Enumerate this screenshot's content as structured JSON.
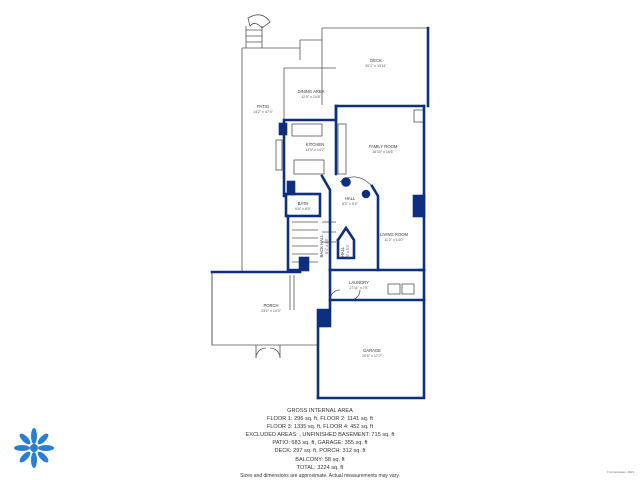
{
  "rooms": {
    "deck": {
      "name": "DECK",
      "dims": "20'1\" x 15'11\""
    },
    "dining": {
      "name": "DINING AREA",
      "dims": "12'9\" x 10'8\""
    },
    "patio": {
      "name": "PATIO",
      "dims": "14'2\" x 47'4\""
    },
    "kitchen": {
      "name": "KITCHEN",
      "dims": "14'0\" x 14'2\""
    },
    "family": {
      "name": "FAMILY ROOM",
      "dims": "16'10\" x 16'6\""
    },
    "bath": {
      "name": "BATH",
      "dims": "6'8\" x 6'5\""
    },
    "hall": {
      "name": "HALL",
      "dims": "6'2\" x 9'4\""
    },
    "back_hall": {
      "name": "BACK HALL",
      "dims": "8'4\" x 3'5\""
    },
    "hall2": {
      "name": "HALL",
      "dims": "3'5\" x 5'4\""
    },
    "living": {
      "name": "LIVING ROOM",
      "dims": "11'3\" x 14'0\""
    },
    "laundry": {
      "name": "LAUNDRY",
      "dims": "17'11\" x 7'8\""
    },
    "porch": {
      "name": "PORCH",
      "dims": "23'1\" x 14'3\""
    },
    "garage": {
      "name": "GARAGE",
      "dims": "20'6\" x 17'2\""
    }
  },
  "area_summary": {
    "title": "GROSS INTERNAL AREA",
    "line1": "FLOOR 1: 296 sq. ft, FLOOR 2: 1141 sq. ft",
    "line2": "FLOOR 3: 1335 sq. ft, FLOOR 4: 452 sq. ft",
    "line3": "EXCLUDED AREAS: , UNFINISHED BASEMENT: 715 sq. ft",
    "line4": "PATIO: 683 sq. ft, GARAGE: 355 sq. ft",
    "line5": "DECK: 297 sq. ft, PORCH: 312 sq. ft",
    "line6": "BALCONY: 58 sq. ft",
    "line7": "TOTAL: 3224 sq. ft",
    "footnote": "Sizes and dimensions are approximate. Actual measurements may vary."
  },
  "copyright": "© Immoviewer, 2023",
  "colors": {
    "wall": "#0d2f7e",
    "thin_line": "#555555",
    "text": "#333333"
  },
  "logo_icon": "snowflake-logo-icon"
}
